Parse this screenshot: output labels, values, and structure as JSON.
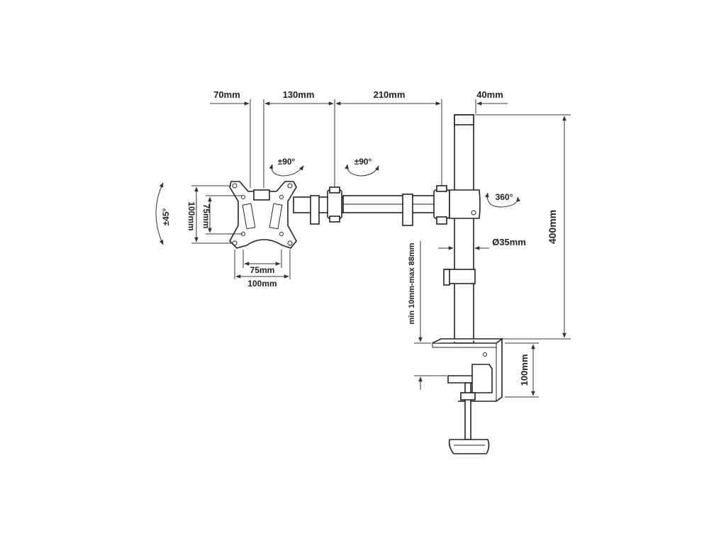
{
  "diagram": {
    "colors": {
      "line": "#222222",
      "background": "#ffffff"
    },
    "labels": {
      "top_70": "70mm",
      "top_130": "130mm",
      "top_210": "210mm",
      "top_40": "40mm",
      "rot_head": "±90°",
      "rot_arm": "±90°",
      "rot_pole": "360°",
      "tilt": "±45°",
      "vesa_h_100": "100mm",
      "vesa_h_75": "75mm",
      "vesa_w_75": "75mm",
      "vesa_w_100": "100mm",
      "pole_diameter": "Ø35mm",
      "pole_height": "400mm",
      "desk_thickness": "min 10mm-max 88mm",
      "clamp_depth": "100mm"
    }
  }
}
